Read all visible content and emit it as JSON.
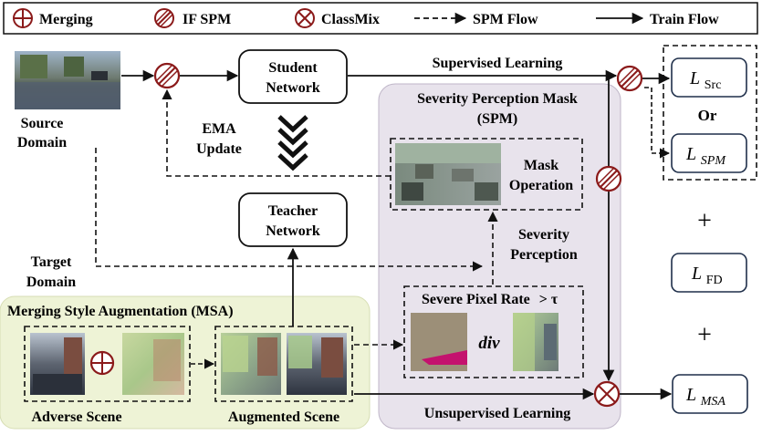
{
  "legend": {
    "merging": "Merging",
    "if_spm": "IF SPM",
    "classmix": "ClassMix",
    "spm_flow": "SPM Flow",
    "train_flow": "Train Flow"
  },
  "source_domain": {
    "line1": "Source",
    "line2": "Domain"
  },
  "target_domain": {
    "line1": "Target",
    "line2": "Domain"
  },
  "student_network": {
    "line1": "Student",
    "line2": "Network"
  },
  "teacher_network": {
    "line1": "Teacher",
    "line2": "Network"
  },
  "ema_update": {
    "line1": "EMA",
    "line2": "Update"
  },
  "supervised_learning": "Supervised Learning",
  "unsupervised_learning": "Unsupervised Learning",
  "spm_panel": {
    "title_line1": "Severity Perception Mask",
    "title_line2": "(SPM)"
  },
  "mask_operation": {
    "line1": "Mask",
    "line2": "Operation"
  },
  "severity_perception": {
    "line1": "Severity",
    "line2": "Perception"
  },
  "severe_pixel_rate": "Severe Pixel Rate",
  "severe_pixel_rate_op": "> τ",
  "div_label": "div",
  "msa_panel": {
    "title": "Merging Style Augmentation (MSA)"
  },
  "adverse_scene": "Adverse Scene",
  "augmented_scene": "Augmented Scene",
  "losses": {
    "l_src": {
      "symbol": "L",
      "sub": "Src"
    },
    "or": "Or",
    "l_spm": {
      "symbol": "L",
      "sub": "SPM"
    },
    "plus1": "+",
    "l_fd": {
      "symbol": "L",
      "sub": "FD"
    },
    "plus2": "+",
    "l_msa": {
      "symbol": "L",
      "sub": "MSA"
    }
  },
  "colors": {
    "operator_red": "#8b1a1a",
    "spm_panel_fill": "#e8e3ec",
    "msa_panel_fill": "#eef3d6"
  }
}
